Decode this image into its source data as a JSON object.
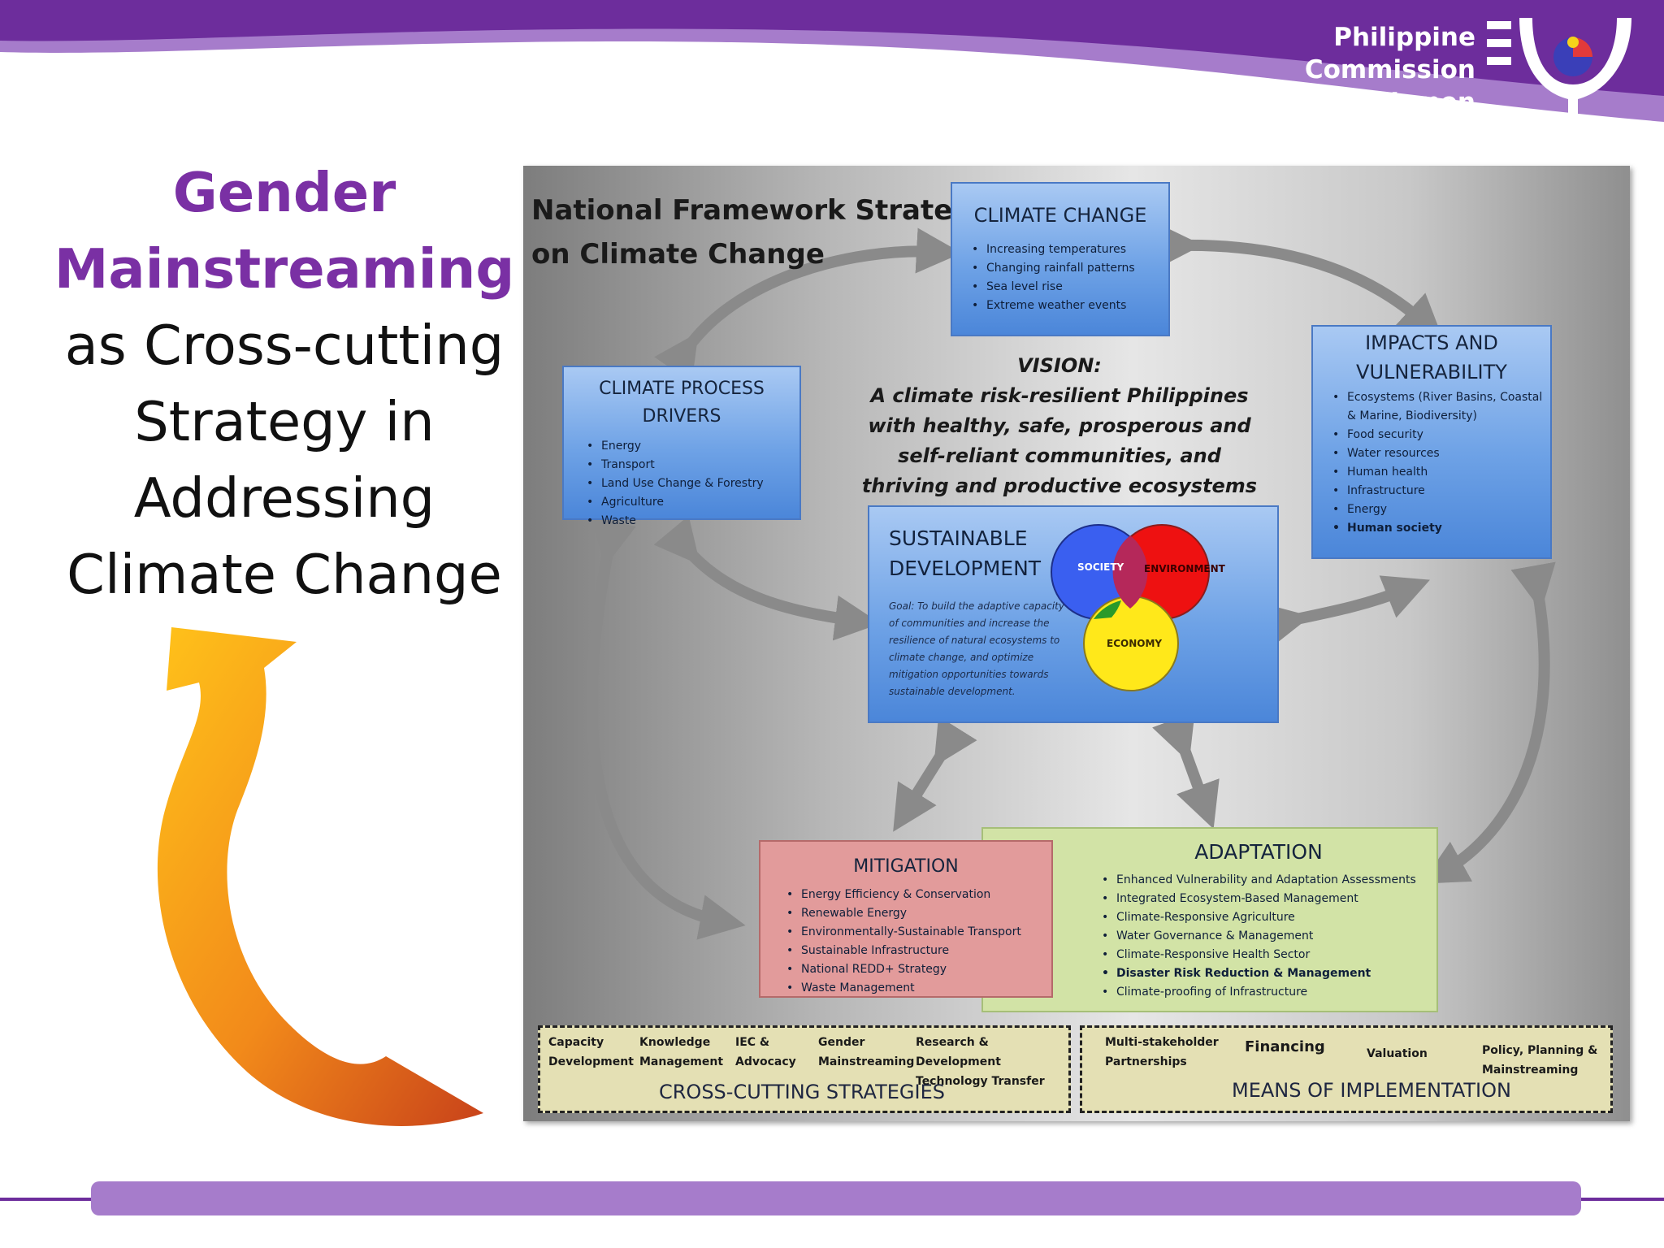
{
  "header": {
    "org_name_lines": [
      "Philippine",
      "Commission",
      "on Women"
    ],
    "logo_icon": "pcw-logo-icon",
    "colors": {
      "purple_dark": "#6d2d9c",
      "purple_light": "#a67ccb"
    }
  },
  "slide_title": {
    "line1": "Gender",
    "line2": "Mainstreaming",
    "line3": "as Cross-cutting",
    "line4": "Strategy in",
    "line5": "Addressing",
    "line6": "Climate Change",
    "accent_color": "#7a30a4"
  },
  "diagram": {
    "title_line1": "National Framework Strategy",
    "title_line2": "on Climate Change",
    "climate_change": {
      "title": "CLIMATE CHANGE",
      "items": [
        "Increasing temperatures",
        "Changing rainfall patterns",
        "Sea level rise",
        "Extreme weather events"
      ]
    },
    "climate_process_drivers": {
      "title": "CLIMATE PROCESS DRIVERS",
      "items": [
        "Energy",
        "Transport",
        "Land Use Change & Forestry",
        "Agriculture",
        "Waste"
      ]
    },
    "impacts": {
      "title_line1": "IMPACTS AND",
      "title_line2": "VULNERABILITY",
      "items": [
        "Ecosystems (River Basins, Coastal & Marine, Biodiversity)",
        "Food security",
        "Water resources",
        "Human health",
        "Infrastructure",
        "Energy",
        "Human society"
      ]
    },
    "vision": {
      "label": "VISION:",
      "text": "A climate risk-resilient Philippines with healthy, safe, prosperous and self-reliant communities, and thriving and productive ecosystems"
    },
    "sustainable_development": {
      "title_line1": "SUSTAINABLE",
      "title_line2": "DEVELOPMENT",
      "goal": "Goal: To build the adaptive capacity of communities and increase the resilience of natural ecosystems to climate change, and optimize mitigation opportunities towards sustainable development.",
      "venn": {
        "society": "SOCIETY",
        "environment": "ENVIRONMENT",
        "economy": "ECONOMY"
      }
    },
    "mitigation": {
      "title": "MITIGATION",
      "items": [
        "Energy Efficiency & Conservation",
        "Renewable Energy",
        "Environmentally-Sustainable Transport",
        "Sustainable Infrastructure",
        "National REDD+ Strategy",
        "Waste Management"
      ]
    },
    "adaptation": {
      "title": "ADAPTATION",
      "items": [
        "Enhanced Vulnerability and Adaptation Assessments",
        "Integrated Ecosystem-Based Management",
        "Climate-Responsive Agriculture",
        "Water Governance & Management",
        "Climate-Responsive Health Sector",
        "Disaster Risk Reduction & Management",
        "Climate-proofing of Infrastructure"
      ]
    },
    "cross_cutting": {
      "label": "CROSS-CUTTING STRATEGIES",
      "items": [
        {
          "line1": "Capacity",
          "line2": "Development"
        },
        {
          "line1": "Knowledge",
          "line2": "Management"
        },
        {
          "line1": "IEC &",
          "line2": "Advocacy"
        },
        {
          "line1": "Gender",
          "line2": "Mainstreaming"
        },
        {
          "line1": "Research & Development",
          "line2": "Technology Transfer"
        }
      ]
    },
    "means_of_implementation": {
      "label": "MEANS OF IMPLEMENTATION",
      "items": [
        {
          "line1": "Multi-stakeholder",
          "line2": "Partnerships"
        },
        {
          "line1": "Financing",
          "line2": ""
        },
        {
          "line1": "Valuation",
          "line2": ""
        },
        {
          "line1": "Policy, Planning &",
          "line2": "Mainstreaming"
        }
      ]
    }
  }
}
